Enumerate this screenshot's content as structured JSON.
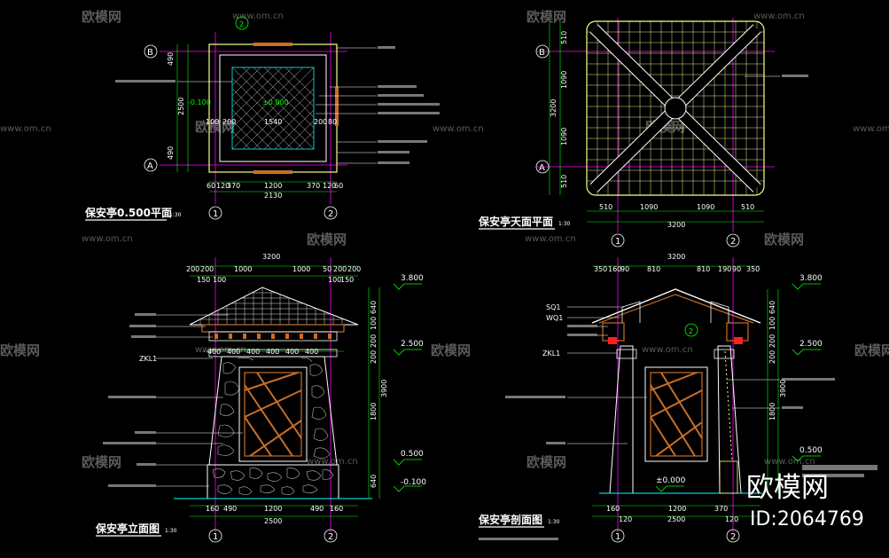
{
  "titles": {
    "plan": "保安亭0.500平面",
    "roof": "保安亭天面平面",
    "elev": "保安亭立面图",
    "sect": "保安亭剖面图"
  },
  "scale": "1:30",
  "axes": {
    "one": "1",
    "two": "2",
    "a": "A",
    "b": "B"
  },
  "plan": {
    "level_left": "-0.100",
    "level_center": "±0.000",
    "dims_bottom": [
      "60",
      "120",
      "370",
      "1200",
      "370",
      "120",
      "60"
    ],
    "dim_total": "2130",
    "dims_left": [
      "490",
      "2500",
      "490"
    ],
    "inner": {
      "d1": "100",
      "d2": "200",
      "d3": "1540",
      "d4": "200",
      "d5": "80"
    }
  },
  "roof": {
    "dims_left": [
      "510",
      "1090",
      "3200",
      "1090",
      "510"
    ],
    "dims_bottom": [
      "510",
      "1090",
      "1090",
      "510"
    ],
    "dim_total": "3200"
  },
  "elev": {
    "dims_top": [
      "200",
      "200",
      "1000",
      "1000",
      "50",
      "200",
      "200"
    ],
    "dim_total": "3200",
    "dims_top2": [
      "150",
      "100",
      "100",
      "150"
    ],
    "dims_bottom": [
      "160",
      "490",
      "1200",
      "490",
      "160"
    ],
    "dim_total_bottom": "2500",
    "beam_marks": [
      "400",
      "400",
      "400",
      "400",
      "400",
      "400"
    ],
    "dims_right": [
      "640",
      "100",
      "200",
      "200",
      "3900",
      "1800",
      "640"
    ],
    "levels": [
      "3.800",
      "2.500",
      "0.500",
      "-0.100"
    ],
    "label_zkl": "ZKL1"
  },
  "sect": {
    "dims_top": [
      "350",
      "160",
      "90",
      "810",
      "810",
      "190",
      "90",
      "350"
    ],
    "dim_total": "3200",
    "dims_bottom": [
      "160",
      "120",
      "1200",
      "370",
      "120"
    ],
    "dim_total_bottom": "2500",
    "levels": [
      "3.800",
      "2.500",
      "0.500"
    ],
    "level_floor": "±0.000",
    "labels": [
      "SQ1",
      "WQ1",
      "ZKL1"
    ],
    "dims_right": [
      "640",
      "100",
      "200",
      "200",
      "3900",
      "1800"
    ]
  },
  "watermark": {
    "brand": "欧模网",
    "url": "www.om.cn"
  },
  "logo": {
    "text": "欧模网",
    "id": "ID:2064769"
  },
  "colors": {
    "bg": "#000000",
    "line": "#ffffff",
    "dim": "#00ff00",
    "axis": "#ff00ff",
    "cyan": "#00ffff",
    "yellow": "#ffff80",
    "orange": "#c86e28",
    "red": "#ff2020"
  }
}
